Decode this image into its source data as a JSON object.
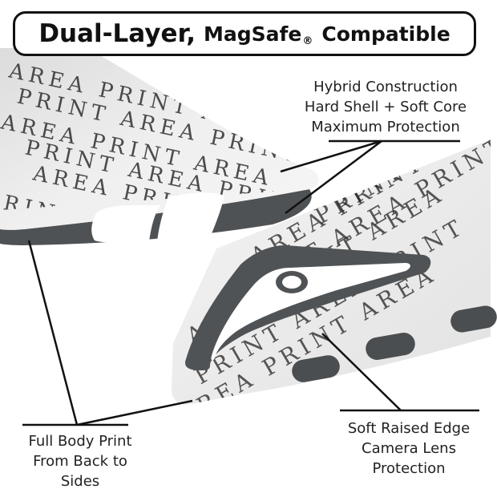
{
  "banner": {
    "title_part1": "Dual-Layer,",
    "title_brand": "MagSafe",
    "title_reg": "®",
    "title_part2": "Compatible"
  },
  "callouts": {
    "hybrid": [
      "Hybrid Construction",
      "Hard Shell + Soft Core",
      "Maximum Protection"
    ],
    "full_print": [
      "Full Body Print",
      "From Back to",
      "Sides"
    ],
    "raised_edge": [
      "Soft Raised Edge",
      "Camera Lens",
      "Protection"
    ]
  },
  "pattern": {
    "word_area": "AREA",
    "word_print": "PRINT"
  },
  "colors": {
    "case_surface": "#efefef",
    "inner_core": "#55585a",
    "button": "#4b4e50",
    "text": "#111111"
  }
}
